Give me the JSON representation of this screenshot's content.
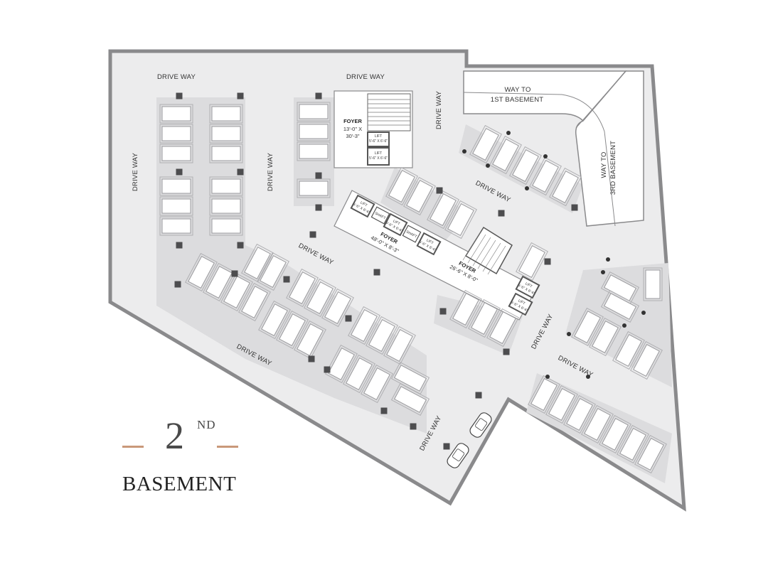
{
  "plan": {
    "driveway_label": "DRIVE WAY",
    "ramp_1st": [
      "WAY TO",
      "1ST BASEMENT"
    ],
    "ramp_3rd": [
      "WAY TO",
      "3RD BASEMENT"
    ],
    "foyers": [
      {
        "lines": [
          "FOYER",
          "13'-0\" X",
          "30'-3\""
        ]
      },
      {
        "lines": [
          "FOYER",
          "48'-0\" X 8'-3\""
        ]
      },
      {
        "lines": [
          "FOYER",
          "26'-6\" X 8'-0\""
        ]
      }
    ],
    "lifts": [
      {
        "name": "LIFT",
        "size": "5'-6\" X 6'-6\""
      },
      {
        "name": "LIFT",
        "size": "5'-6\" X 6'-6\""
      },
      {
        "name": "LIFT",
        "size": "5'-6\" X 6'-6\""
      },
      {
        "name": "LIFT",
        "size": "5'-6\" X 6'-6\""
      },
      {
        "name": "LIFT",
        "size": "5'-6\" X 6'-6\""
      },
      {
        "name": "LIFT",
        "size": "5'-6\" X 6'-6\""
      },
      {
        "name": "LIFT",
        "size": "5'-6\" X 6'-6\""
      }
    ],
    "shaft_label": "SHAFT",
    "colors": {
      "outline": "#8a8a8c",
      "floor": "#ececed",
      "zone": "#dcdcde",
      "slot": "#ffffff",
      "column": "#4d4d4f",
      "accent": "#c9987a"
    }
  },
  "title": {
    "number": "2",
    "suffix": "ND",
    "name": "BASEMENT"
  }
}
